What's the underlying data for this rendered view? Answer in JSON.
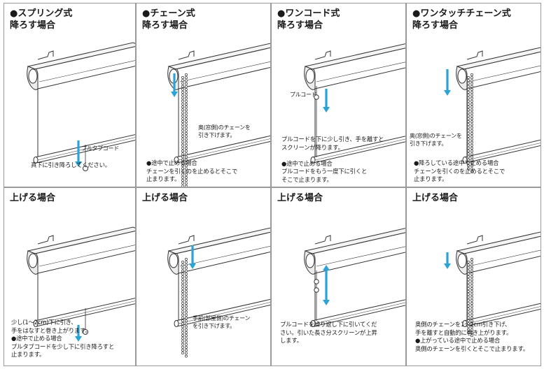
{
  "panels": [
    {
      "heading": [
        "●スプリング式",
        "降ろす場合"
      ],
      "mechanism": "spring",
      "action": "down",
      "callout": "プルタブコード",
      "caption": [
        "真下に引き降ろしてください。"
      ]
    },
    {
      "heading": [
        "●チェーン式",
        "降ろす場合"
      ],
      "mechanism": "chain",
      "action": "down",
      "callout": "奥(窓側)のチェーンを|引き下げます。",
      "caption": [
        "●途中で止める場合",
        "チェーンを引くのを止めるとそこで",
        "止まります。"
      ]
    },
    {
      "heading": [
        "●ワンコード式",
        "降ろす場合"
      ],
      "mechanism": "cord",
      "action": "down",
      "callout": "プルコード",
      "caption": [
        "プルコードを下に少し引き、手を離すと",
        "スクリーンが降ります。",
        "",
        "●途中で止める場合",
        "プルコードをもう一度下に引くと",
        "そこで止まります。"
      ]
    },
    {
      "heading": [
        "●ワンタッチチェーン式",
        "降ろす場合"
      ],
      "mechanism": "onetouch",
      "action": "down",
      "callout": "奥(窓側)のチェーンを|引き下げます。",
      "caption": [
        "●降ろしている途中で止める場合",
        "チェーンを引くのを止めるとそこで",
        "止まります。"
      ]
    },
    {
      "heading": [
        "上げる場合"
      ],
      "mechanism": "spring",
      "action": "up",
      "callout": "",
      "caption": [
        "少し(1～2cm)下に引き、",
        "手をはなすと巻き上がります。",
        "●途中で止める場合",
        "プルタブコードを少し下に引き降ろすと",
        "止まります。"
      ]
    },
    {
      "heading": [
        "上げる場合"
      ],
      "mechanism": "chain",
      "action": "up",
      "callout": "手前(部屋側)のチェーン|を引き下げます。",
      "caption": []
    },
    {
      "heading": [
        "上げる場合"
      ],
      "mechanism": "cord",
      "action": "up",
      "callout": "",
      "caption": [
        "プルコードを繰り返し下に引いてくだ",
        "さい。引いた長さ分スクリーンが上昇",
        "します。"
      ]
    },
    {
      "heading": [
        "上げる場合"
      ],
      "mechanism": "onetouch",
      "action": "up",
      "callout": "",
      "caption": [
        "奥側のチェーンを1～2cm引き下げ、",
        "手を離すと自動的に巻き上がります。",
        "●上がっている途中で止める場合",
        "奥側のチェーンを引くとそこで止まります。"
      ]
    }
  ],
  "colors": {
    "arrow": "#2aa3d8",
    "line": "#333333",
    "border": "#9a9a9a",
    "roller": "#ffffff"
  }
}
